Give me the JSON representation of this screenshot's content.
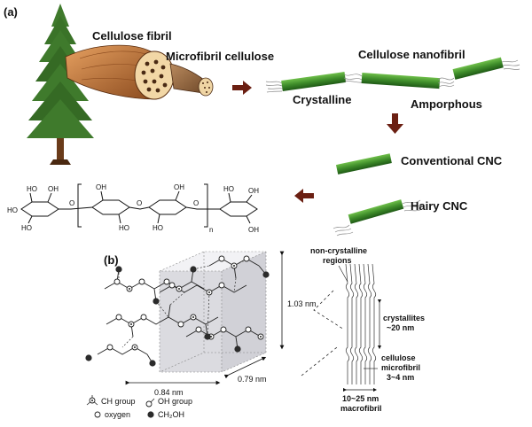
{
  "panel_a": {
    "tag": "(a)",
    "cellulose_fibril": "Cellulose fibril",
    "microfibril_cellulose": "Microfibril cellulose",
    "cellulose_nanofibril": "Cellulose nanofibril",
    "crystalline": "Crystalline",
    "amorphous": "Amporphous",
    "conventional_cnc": "Conventional CNC",
    "hairy_cnc": "Hairy CNC",
    "chem": {
      "oh": "OH",
      "ho": "HO",
      "o": "O",
      "n": "n"
    }
  },
  "panel_b": {
    "tag": "(b)",
    "dim_height": "1.03 nm",
    "dim_depth": "0.79 nm",
    "dim_width": "0.84 nm",
    "non_crystalline": "non-crystalline",
    "regions": "regions",
    "crystallites": "crystallites",
    "crystallites_size": "~20 nm",
    "cellulose": "cellulose",
    "microfibril": "microfibril",
    "microfibril_size": "3~4 nm",
    "macro_size": "10~25 nm",
    "macrofibril": "macrofibril",
    "legend": {
      "ch_group": "CH group",
      "oh_group": "OH group",
      "oxygen": "oxygen",
      "ch2oh": "CH₂OH"
    }
  },
  "colors": {
    "rod_green": "#3e8c2a",
    "arrow_brown": "#6b1f12",
    "wood": "#c77a3e",
    "tree_green": "#3f7a2c",
    "trunk": "#6a3b1a"
  }
}
